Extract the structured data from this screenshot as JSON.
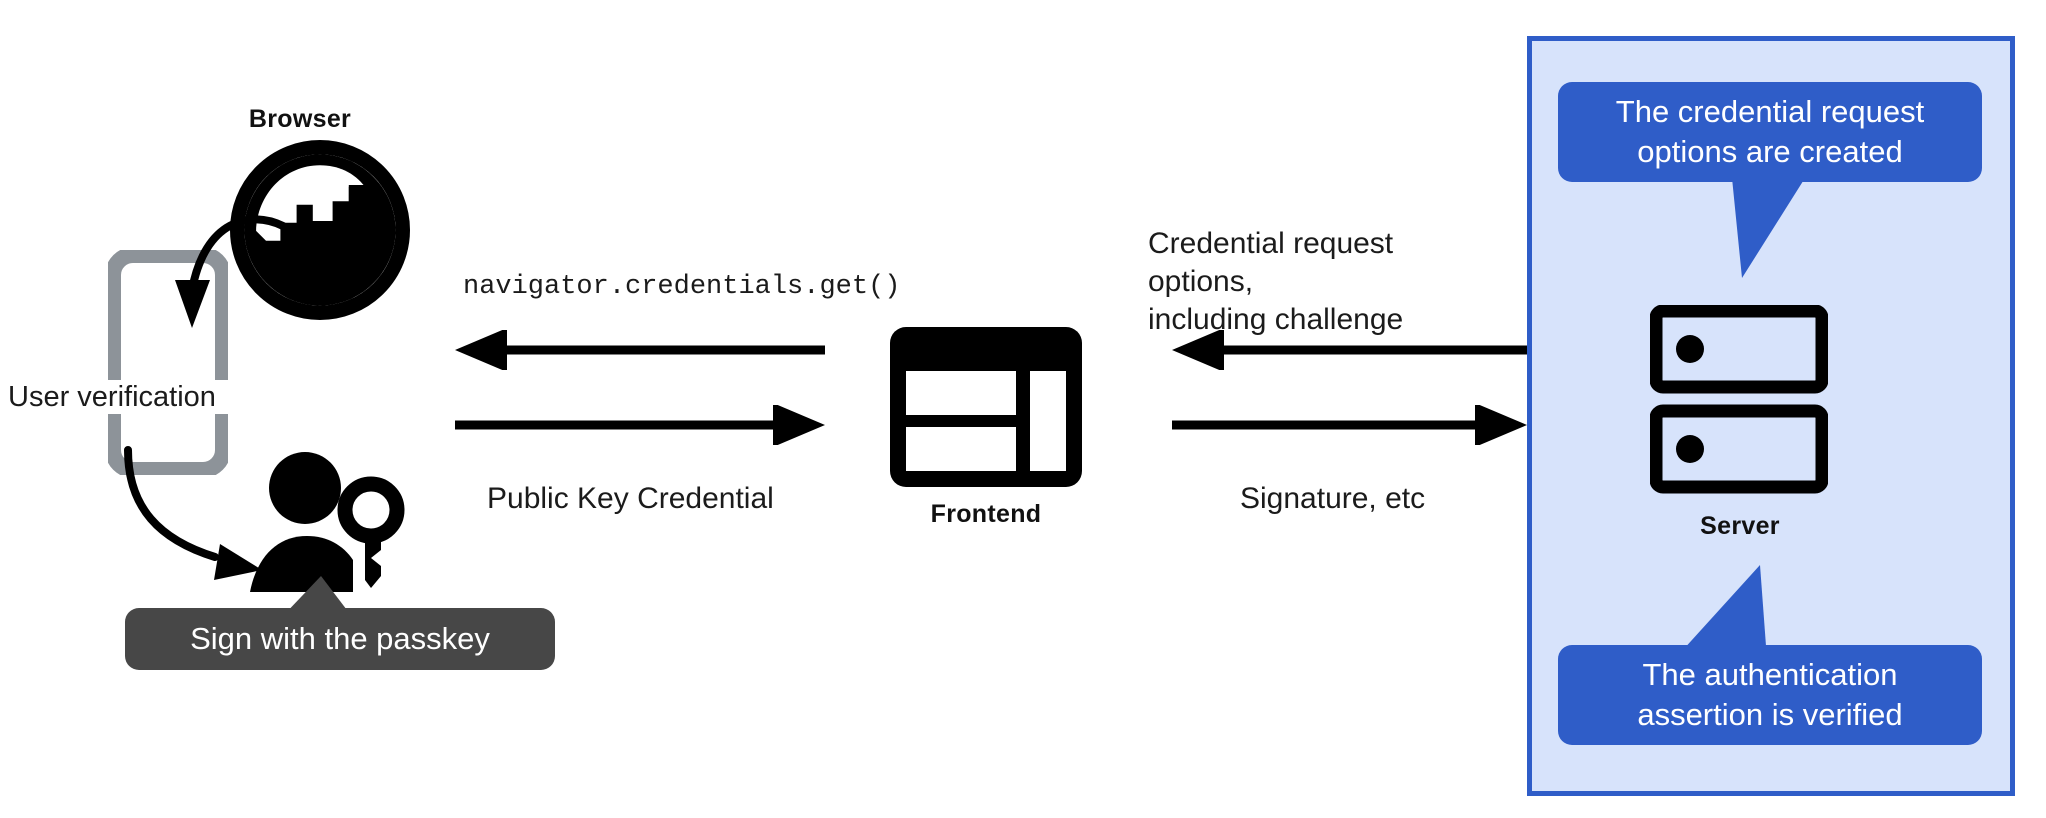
{
  "diagram": {
    "title_hidden": "WebAuthn passkey authentication flow",
    "colors": {
      "panel_fill": "#d7e3fb",
      "panel_border": "#2f5dc8",
      "callout_blue": "#2f5dc8",
      "callout_dark": "#474747",
      "icon_black": "#000000",
      "phone_gray": "#8d9399",
      "text": "#1b1b1b"
    }
  },
  "browser": {
    "label": "Browser",
    "icon": "globe-icon"
  },
  "phone": {
    "icon": "smartphone-icon",
    "label": "User verification"
  },
  "user": {
    "icon": "person-with-key-icon",
    "callout": "Sign with the passkey"
  },
  "frontend": {
    "label": "Frontend",
    "icon": "web-layout-icon"
  },
  "server": {
    "label": "Server",
    "icon": "server-racks-icon",
    "callout_top": "The credential request\noptions are created",
    "callout_bottom": "The authentication\nassertion is verified"
  },
  "arrows": {
    "browser_to_phone": "curved-arrow-down-left",
    "phone_to_user": "curved-arrow-down-right",
    "left_top_label": "navigator.credentials.get()",
    "left_bottom_label": "Public Key Credential",
    "right_top_label": "Credential request options,\nincluding challenge",
    "right_bottom_label": "Signature, etc"
  }
}
